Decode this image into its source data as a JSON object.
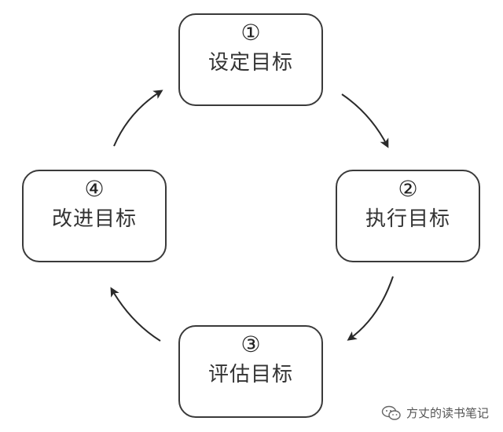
{
  "diagram": {
    "nodes": [
      {
        "id": "set-goal",
        "number": "①",
        "label": "设定目标"
      },
      {
        "id": "execute-goal",
        "number": "②",
        "label": "执行目标"
      },
      {
        "id": "evaluate-goal",
        "number": "③",
        "label": "评估目标"
      },
      {
        "id": "improve-goal",
        "number": "④",
        "label": "改进目标"
      }
    ],
    "edges": [
      {
        "from": "set-goal",
        "to": "execute-goal"
      },
      {
        "from": "execute-goal",
        "to": "evaluate-goal"
      },
      {
        "from": "evaluate-goal",
        "to": "improve-goal"
      },
      {
        "from": "improve-goal",
        "to": "set-goal"
      }
    ],
    "colors": {
      "border": "#3a3a3a",
      "text": "#333333",
      "arrow": "#2a2a2a"
    }
  },
  "watermark": {
    "icon": "wechat-icon",
    "text": "方丈的读书笔记"
  }
}
